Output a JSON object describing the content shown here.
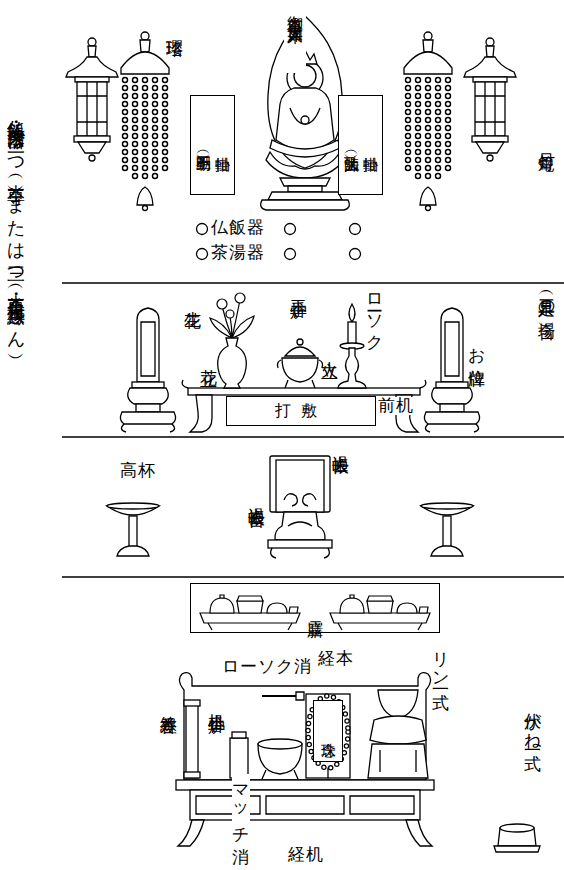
{
  "diagram": {
    "nodes": [
      {
        "text": [
          "掛軸",
          "（不動明王）"
        ]
      },
      {
        "text": [
          "掛軸",
          "（弘法大師）"
        ]
      },
      {
        "text": [
          "打敷"
        ]
      },
      {
        "text": [
          "霊膳"
        ]
      },
      {
        "text": [
          "念珠"
        ]
      }
    ],
    "labels": [
      "御本尊 大日如来",
      "瓔珞",
      "吊灯篭",
      "仏飯器・茶湯器は一つ（本尊） または三つ（本尊・先祖・無縁さん）",
      "仏飯器",
      "茶湯器",
      "（三具足の場合）",
      "生花",
      "玉香炉",
      "ローソク",
      "花立",
      "火立",
      "お位牌",
      "前机",
      "高杯",
      "過去帳",
      "過去帳台",
      "ローソク消",
      "経本",
      "リン一式",
      "線香差",
      "机上香炉",
      "マッチ消",
      "経机",
      "伏がね一式"
    ]
  }
}
